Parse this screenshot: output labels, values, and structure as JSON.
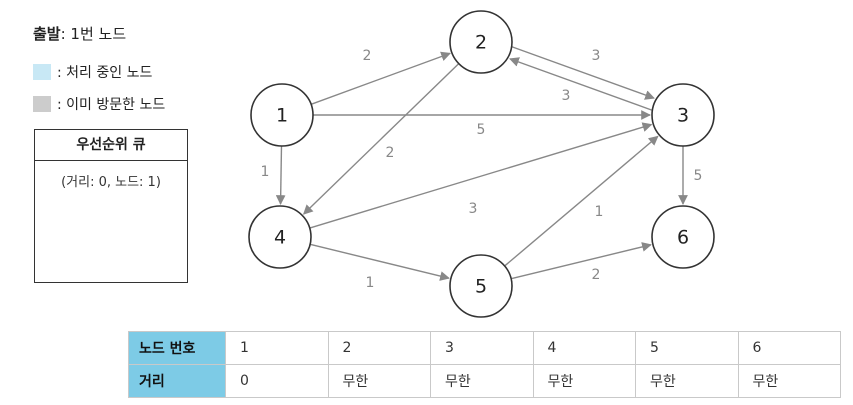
{
  "legend": {
    "start_label": "출발",
    "start_value": ": 1번 노드",
    "processing_label": ": 처리 중인 노드",
    "processing_color": "#c8e8f5",
    "visited_label": ": 이미 방문한 노드",
    "visited_color": "#cccccc"
  },
  "priority_queue": {
    "title": "우선순위 큐",
    "items": [
      "(거리: 0, 노드: 1)"
    ]
  },
  "graph": {
    "nodes": [
      {
        "id": "1",
        "label": "1"
      },
      {
        "id": "2",
        "label": "2"
      },
      {
        "id": "3",
        "label": "3"
      },
      {
        "id": "4",
        "label": "4"
      },
      {
        "id": "5",
        "label": "5"
      },
      {
        "id": "6",
        "label": "6"
      }
    ],
    "edges": [
      {
        "from": "1",
        "to": "2",
        "weight": "2"
      },
      {
        "from": "1",
        "to": "3",
        "weight": "5"
      },
      {
        "from": "1",
        "to": "4",
        "weight": "1"
      },
      {
        "from": "2",
        "to": "3",
        "weight": "3"
      },
      {
        "from": "3",
        "to": "2",
        "weight": "3"
      },
      {
        "from": "2",
        "to": "4",
        "weight": "2"
      },
      {
        "from": "4",
        "to": "3",
        "weight": "3"
      },
      {
        "from": "4",
        "to": "5",
        "weight": "1"
      },
      {
        "from": "5",
        "to": "3",
        "weight": "1"
      },
      {
        "from": "5",
        "to": "6",
        "weight": "2"
      },
      {
        "from": "3",
        "to": "6",
        "weight": "5"
      }
    ]
  },
  "distance_table": {
    "row1_header": "노드 번호",
    "row2_header": "거리",
    "nodes": [
      "1",
      "2",
      "3",
      "4",
      "5",
      "6"
    ],
    "distances": [
      "0",
      "무한",
      "무한",
      "무한",
      "무한",
      "무한"
    ]
  }
}
